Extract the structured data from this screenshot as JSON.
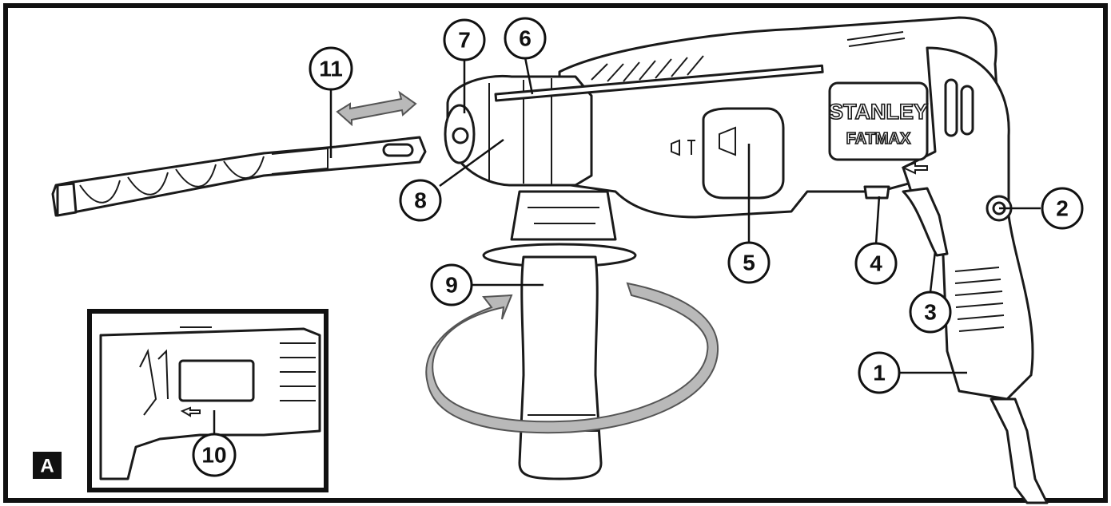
{
  "figure": {
    "panel_label": "A",
    "brand_logo_line1": "STANLEY",
    "brand_logo_line2": "FATMAX"
  },
  "callouts": [
    {
      "id": "1",
      "label": "1"
    },
    {
      "id": "2",
      "label": "2"
    },
    {
      "id": "3",
      "label": "3"
    },
    {
      "id": "4",
      "label": "4"
    },
    {
      "id": "5",
      "label": "5"
    },
    {
      "id": "6",
      "label": "6"
    },
    {
      "id": "7",
      "label": "7"
    },
    {
      "id": "8",
      "label": "8"
    },
    {
      "id": "9",
      "label": "9"
    },
    {
      "id": "10",
      "label": "10"
    },
    {
      "id": "11",
      "label": "11"
    }
  ]
}
